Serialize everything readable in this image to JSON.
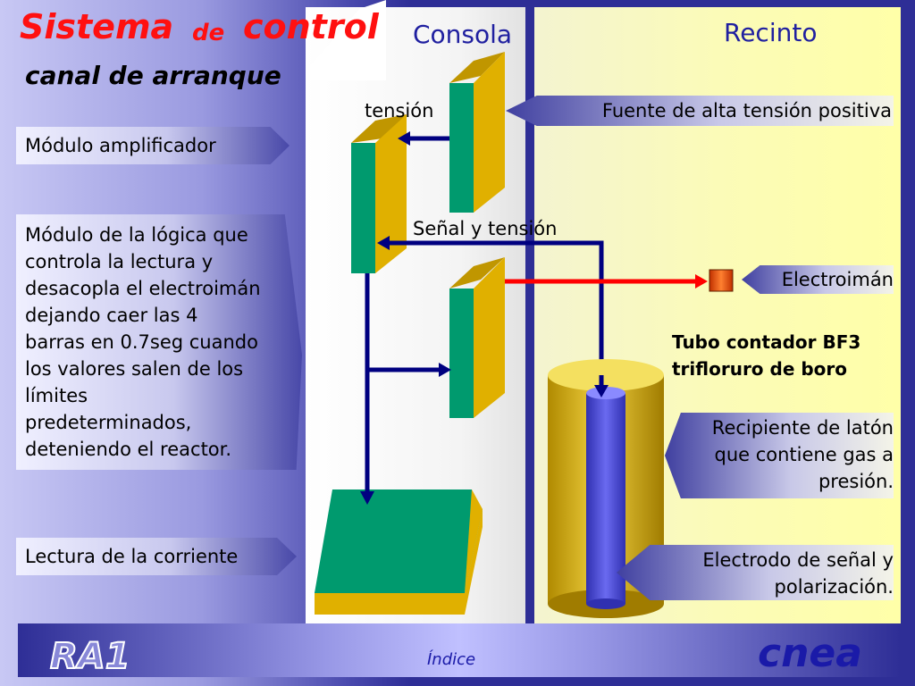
{
  "title": {
    "part1": "Sistema",
    "part2": "de",
    "part3": "control"
  },
  "subtitle": "canal de arranque",
  "headers": {
    "consola": "Consola",
    "recinto": "Recinto"
  },
  "callouts": {
    "modulo_amplificador": "Módulo amplificador",
    "modulo_logica": [
      "Módulo de la lógica que",
      "controla la lectura y",
      "desacopla el electroimán",
      "dejando caer las 4",
      "barras en 0.7seg cuando",
      "los valores salen de los",
      "límites",
      "predeterminados,",
      "deteniendo el reactor."
    ],
    "lectura": "Lectura de la corriente",
    "fuente": "Fuente de alta tensión positiva",
    "electroiman": "Electroimán",
    "tubo": [
      "Tubo contador BF3",
      "trifloruro de boro"
    ],
    "recipiente": [
      "Recipiente de latón",
      "que contiene gas a",
      "presión."
    ],
    "electrodo": [
      "Electrodo de señal y",
      "polarización."
    ]
  },
  "diagram_labels": {
    "tension": "tensión",
    "senal_tension": "Señal y tensión"
  },
  "footer": {
    "logo_text": "RA1",
    "indice": "Índice",
    "cnea": "cnea"
  },
  "colors": {
    "title_red": "#ff1010",
    "header_blue": "#2020a0",
    "module_green": "#009a6e",
    "module_gold": "#e0b000",
    "wire_navy": "#000080",
    "wire_red": "#ff0000",
    "tube_blue": "#4a4ad0"
  }
}
